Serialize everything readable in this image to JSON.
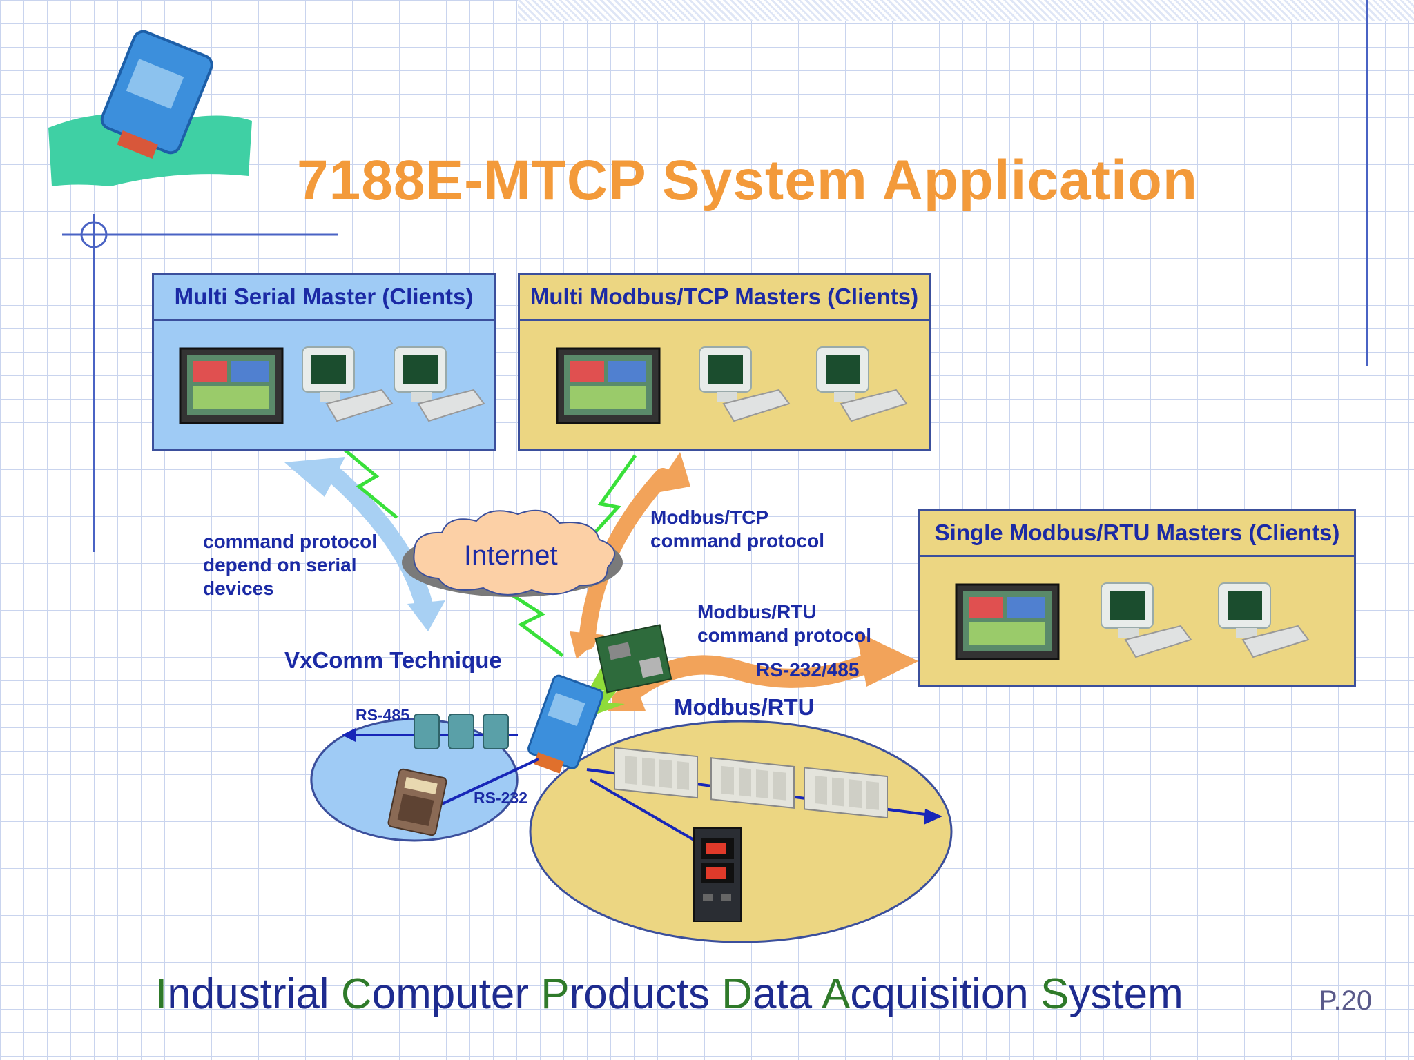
{
  "title": "7188E-MTCP System Application",
  "boxes": {
    "serial": "Multi Serial Master (Clients)",
    "modbus_tcp": "Multi Modbus/TCP Masters (Clients)",
    "modbus_rtu": "Single Modbus/RTU Masters (Clients)"
  },
  "labels": {
    "command_protocol_serial": [
      "command protocol",
      "depend on serial",
      "devices"
    ],
    "internet": "Internet",
    "modbus_tcp_protocol": [
      "Modbus/TCP",
      "command protocol"
    ],
    "modbus_rtu_protocol": [
      "Modbus/RTU",
      "command protocol"
    ],
    "rs232_485": "RS-232/485",
    "vxcomm": "VxComm Technique",
    "modbus_rtu": "Modbus/RTU",
    "rs485": "RS-485",
    "rs232": "RS-232"
  },
  "footer": [
    {
      "cap": "I",
      "rest": "ndustrial "
    },
    {
      "cap": "C",
      "rest": "omputer "
    },
    {
      "cap": "P",
      "rest": "roducts "
    },
    {
      "cap": "D",
      "rest": "ata "
    },
    {
      "cap": "A",
      "rest": "cquisition "
    },
    {
      "cap": "S",
      "rest": "ystem"
    }
  ],
  "page_number": "P.20",
  "colors": {
    "title": "#f39a3a",
    "blue_box": "#9fcbf5",
    "yellow_box": "#ecd682",
    "label": "#1b2aa5",
    "footer_cap": "#2f7a2a"
  }
}
